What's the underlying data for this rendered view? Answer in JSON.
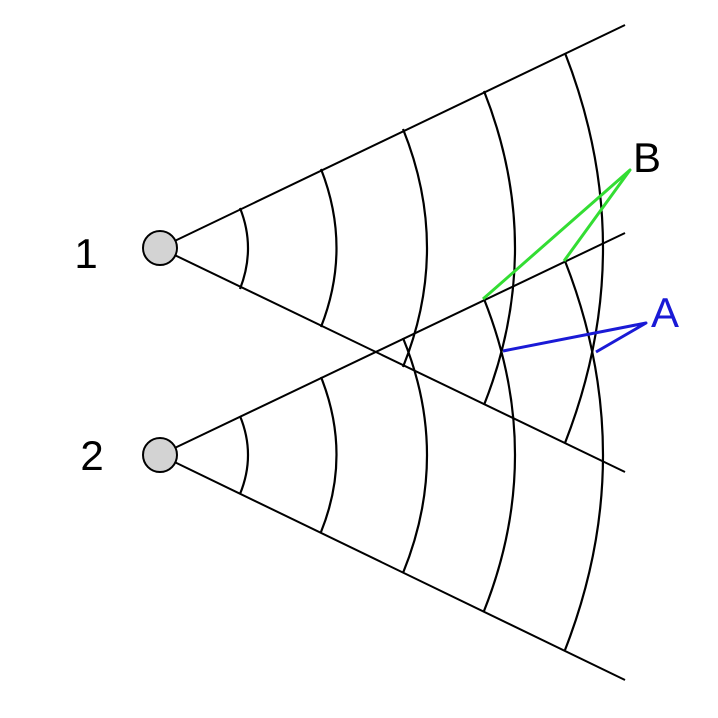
{
  "sources": [
    {
      "label": "1"
    },
    {
      "label": "2"
    }
  ],
  "annotations": {
    "b": {
      "label": "B",
      "color": "#33dd33"
    },
    "a": {
      "label": "A",
      "color": "#1a1ad6"
    }
  },
  "colors": {
    "line": "#000000",
    "source_fill": "#d3d3d3",
    "source_stroke": "#000000",
    "background": "#ffffff"
  }
}
